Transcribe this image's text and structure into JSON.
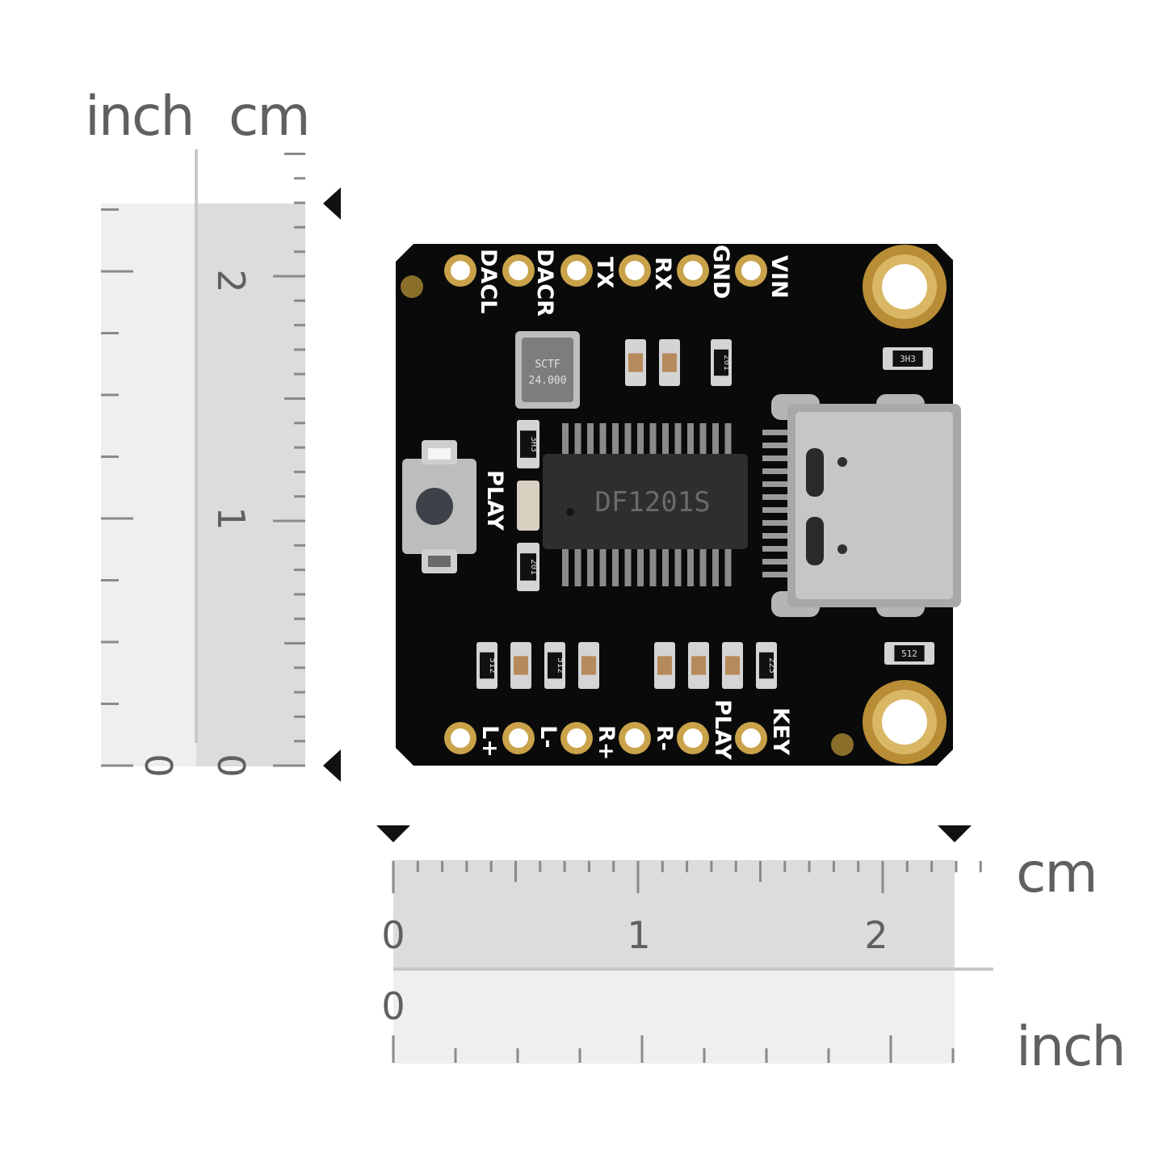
{
  "labels": {
    "inch_top": "inch",
    "cm_top": "cm",
    "cm_bottom": "cm",
    "inch_bottom": "inch"
  },
  "vertical_ruler": {
    "inch_numbers": [
      "0"
    ],
    "cm_numbers": [
      "0",
      "1",
      "2"
    ]
  },
  "horizontal_ruler": {
    "cm_numbers": [
      "0",
      "1",
      "2"
    ],
    "inch_numbers": [
      "0"
    ]
  },
  "board": {
    "top_pins": [
      "DACL",
      "DACR",
      "TX",
      "RX",
      "GND",
      "VIN"
    ],
    "bottom_pins": [
      "L+",
      "L-",
      "R+",
      "R-",
      "PLAY",
      "KEY"
    ],
    "button_label": "PLAY",
    "chip_label": "DF1201S",
    "crystal_label_1": "SCTF",
    "crystal_label_2": "24.000",
    "resistor_codes": [
      "3H3",
      "201",
      "3H3",
      "201",
      "3H3",
      "512",
      "512",
      "512",
      "223"
    ]
  },
  "colors": {
    "pcb": "#0a0a0a",
    "pad_gold": "#c9a24a",
    "ruler_light": "#efefef",
    "ruler_dark": "#dcdcdc",
    "tick": "#888888"
  }
}
